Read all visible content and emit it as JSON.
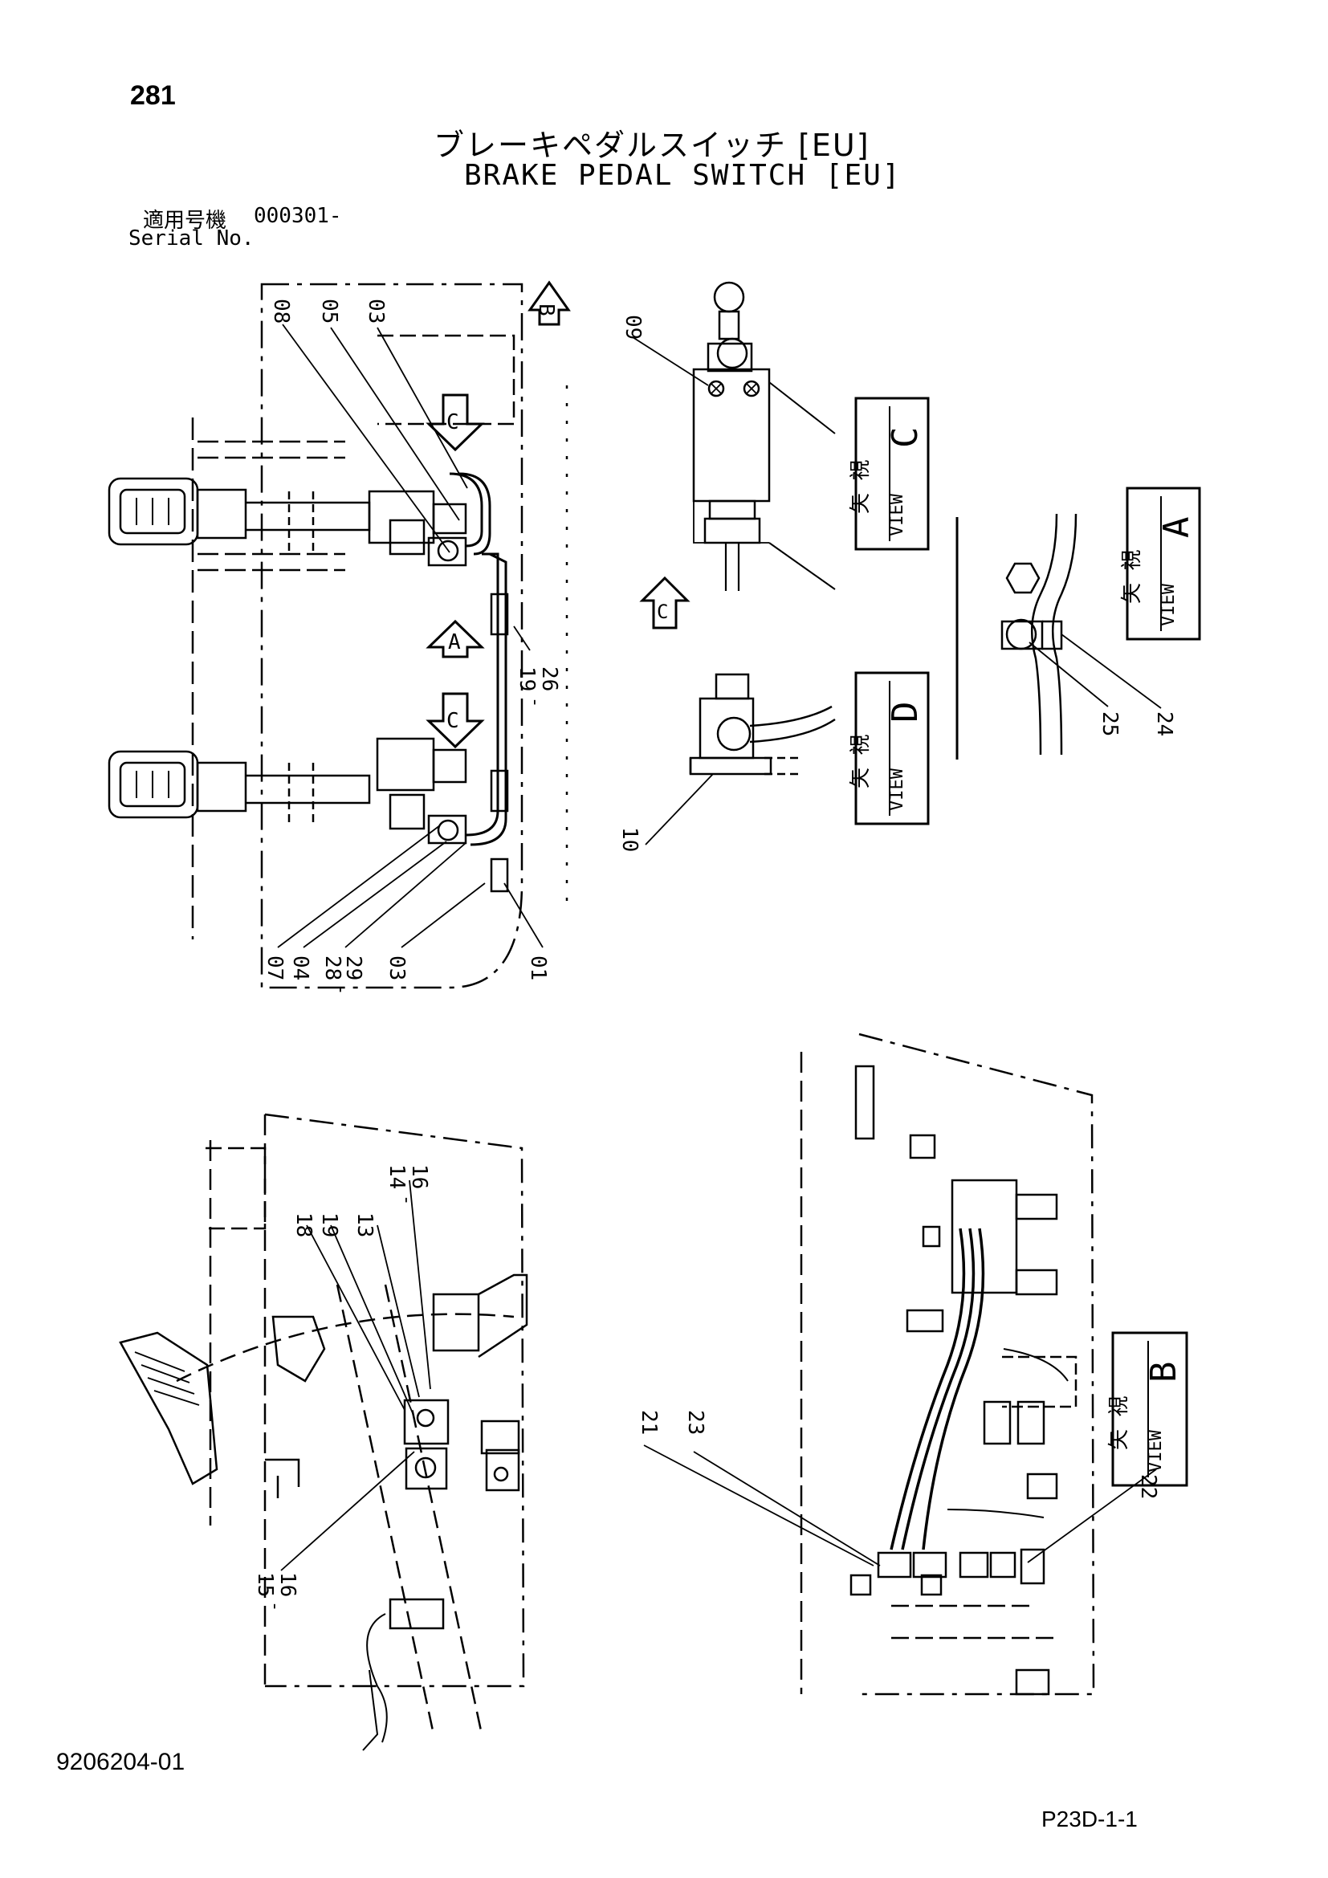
{
  "header": {
    "page_number": "281",
    "title_ja": "ブレーキペダルスイッチ [EU]",
    "title_en": "BRAKE PEDAL SWITCH [EU]",
    "serial_label_ja": "適用号機",
    "serial_value": "000301-",
    "serial_label_en": "Serial No."
  },
  "views": {
    "view_c": {
      "ja": "矢 視",
      "en": "VIEW",
      "letter": "C"
    },
    "view_a": {
      "ja": "矢 視",
      "en": "VIEW",
      "letter": "A"
    },
    "view_d": {
      "ja": "矢 視",
      "en": "VIEW",
      "letter": "D"
    },
    "view_b": {
      "ja": "矢 視",
      "en": "VIEW",
      "letter": "B"
    }
  },
  "arrows": {
    "b": "B",
    "c_top": "C",
    "a": "A",
    "c_bottom": "C",
    "c_view": "C"
  },
  "callouts": {
    "p08": "08",
    "p05": "05",
    "p03a": "03",
    "p19_26": [
      "19",
      "26"
    ],
    "p09": "09",
    "p10": "10",
    "p25": "25",
    "p24": "24",
    "p07": "07",
    "p04": "04",
    "p28_29": [
      "28",
      "29"
    ],
    "p03b": "03",
    "p01": "01",
    "p18": "18",
    "p19": "19",
    "p13": "13",
    "p14_16": [
      "14",
      "16"
    ],
    "p15_16": [
      "15",
      "16"
    ],
    "p21": "21",
    "p23": "23",
    "p22": "22"
  },
  "footer": {
    "doc_number": "9206204-01",
    "sheet_code": "P23D-1-1"
  }
}
